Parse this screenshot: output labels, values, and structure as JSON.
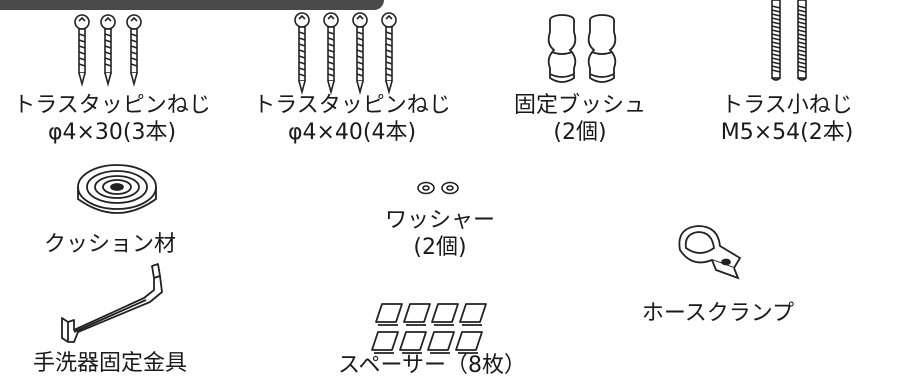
{
  "parts": [
    {
      "id": "truss-screw-30",
      "name": "トラスタッピンねじ",
      "spec": "φ4×30(3本)"
    },
    {
      "id": "truss-screw-40",
      "name": "トラスタッピンねじ",
      "spec": "φ4×40(4本)"
    },
    {
      "id": "fixing-bush",
      "name": "固定ブッシュ",
      "spec": "(2個)"
    },
    {
      "id": "truss-small-screw",
      "name": "トラス小ねじ",
      "spec": "M5×54(2本)"
    },
    {
      "id": "cushion-material",
      "name": "クッション材",
      "spec": ""
    },
    {
      "id": "washer",
      "name": "ワッシャー",
      "spec": "(2個)"
    },
    {
      "id": "hose-clamp",
      "name": "ホースクランプ",
      "spec": ""
    },
    {
      "id": "basin-bracket",
      "name": "手洗器固定金具",
      "spec": ""
    },
    {
      "id": "spacer",
      "name": "スペーサー（8枚）",
      "spec": ""
    }
  ]
}
